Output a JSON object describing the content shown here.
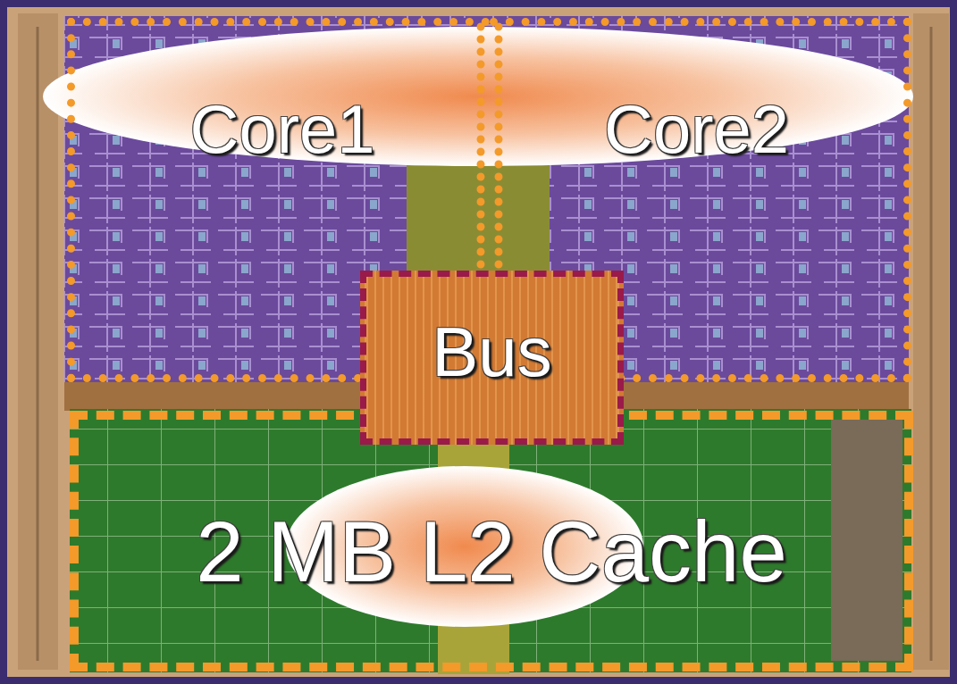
{
  "diagram": {
    "nodes": [
      {
        "text": [
          "Core1"
        ]
      },
      {
        "text": [
          "Core2"
        ]
      },
      {
        "text": [
          "Bus"
        ]
      },
      {
        "text": [
          "2 MB L2 Cache"
        ]
      }
    ]
  }
}
